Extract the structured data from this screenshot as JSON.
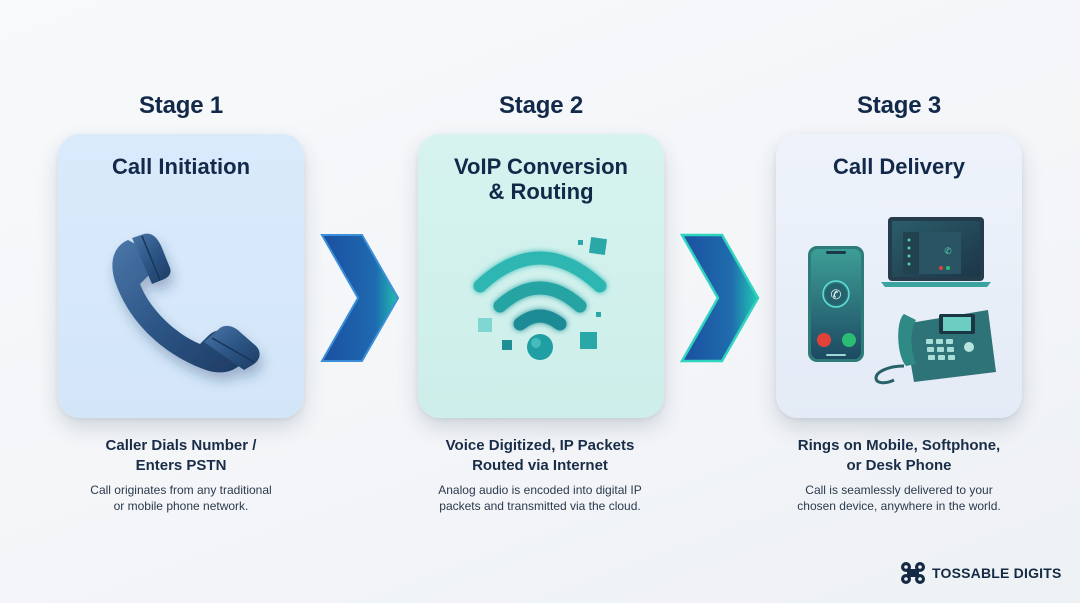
{
  "stages": [
    {
      "label": "Stage 1",
      "card_title": "Call Initiation",
      "icon": "phone-handset-icon",
      "desc_title_lines": [
        "Caller Dials Number /",
        "Enters PSTN"
      ],
      "desc_body_lines": [
        "Call originates from any traditional",
        "or mobile phone network."
      ]
    },
    {
      "label": "Stage 2",
      "card_title_lines": [
        "VoIP Conversion",
        "& Routing"
      ],
      "icon": "wifi-signal-icon",
      "desc_title_lines": [
        "Voice Digitized, IP Packets",
        "Routed via Internet"
      ],
      "desc_body_lines": [
        "Analog audio is encoded into digital IP",
        "packets and transmitted via the cloud."
      ]
    },
    {
      "label": "Stage 3",
      "card_title": "Call Delivery",
      "icon": "devices-icon",
      "desc_title_lines": [
        "Rings on Mobile, Softphone,",
        "or Desk Phone"
      ],
      "desc_body_lines": [
        "Call is seamlessly delivered to your",
        "chosen device, anywhere in the world."
      ]
    }
  ],
  "arrows": [
    "chevron-right-icon",
    "chevron-right-icon"
  ],
  "brand": {
    "name": "TOSSABLE DIGITS",
    "icon": "command-key-logo-icon"
  },
  "colors": {
    "heading": "#13294a",
    "card1_bg": "#d6e8fa",
    "card2_bg": "#d2f1ed",
    "card3_bg": "#e9f0f9",
    "handset": "#2a4f7d",
    "teal": "#2bb0ad",
    "arrow_blue": "#1c55a6",
    "arrow_teal": "#22c9b5"
  }
}
